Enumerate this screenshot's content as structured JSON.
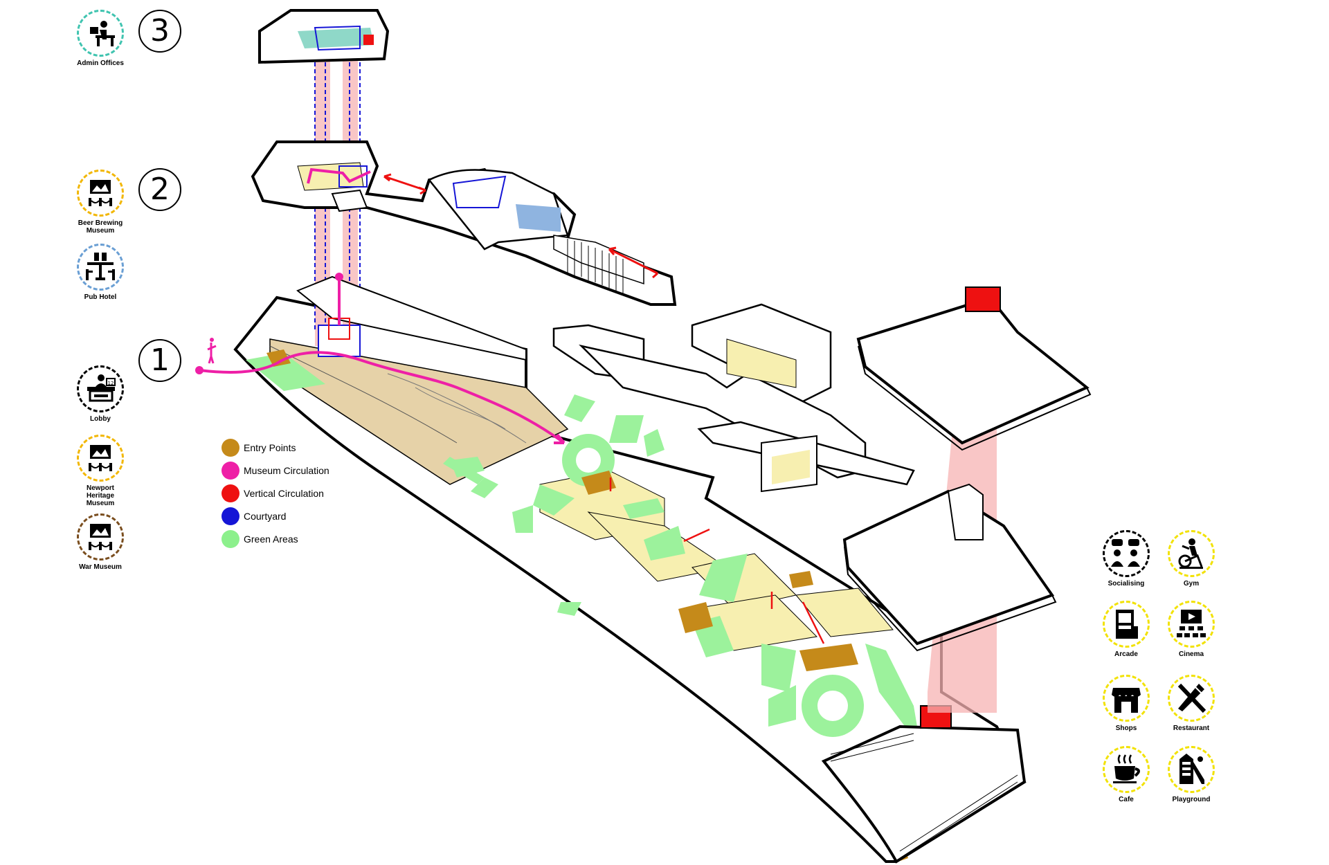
{
  "levels": [
    {
      "number": "3"
    },
    {
      "number": "2"
    },
    {
      "number": "1"
    }
  ],
  "left_icons": [
    {
      "label": "Admin Offices",
      "icon": "desk-worker-icon",
      "ring_color": "#40c4b0"
    },
    {
      "label": "Beer Brewing Museum",
      "icon": "museum-exhibit-icon",
      "ring_color": "#f2b705"
    },
    {
      "label": "Pub Hotel",
      "icon": "pub-table-icon",
      "ring_color": "#6a9fd4"
    },
    {
      "label": "Lobby",
      "icon": "reception-desk-icon",
      "ring_color": "#000000"
    },
    {
      "label": "Newport Heritage Museum",
      "icon": "museum-exhibit-icon",
      "ring_color": "#f2b705"
    },
    {
      "label": "War Museum",
      "icon": "museum-exhibit-icon",
      "ring_color": "#7a4e1f"
    }
  ],
  "right_icons": [
    {
      "label": "Socialising",
      "icon": "chat-people-icon",
      "ring_color": "#000000"
    },
    {
      "label": "Gym",
      "icon": "exercise-bike-icon",
      "ring_color": "#f2e205"
    },
    {
      "label": "Arcade",
      "icon": "arcade-machine-icon",
      "ring_color": "#f2e205"
    },
    {
      "label": "Cinema",
      "icon": "cinema-screen-icon",
      "ring_color": "#f2e205"
    },
    {
      "label": "Shops",
      "icon": "storefront-icon",
      "ring_color": "#f2e205"
    },
    {
      "label": "Restaurant",
      "icon": "fork-knife-icon",
      "ring_color": "#f2e205"
    },
    {
      "label": "Cafe",
      "icon": "coffee-cup-icon",
      "ring_color": "#f2e205"
    },
    {
      "label": "Playground",
      "icon": "slide-icon",
      "ring_color": "#f2e205"
    }
  ],
  "legend": [
    {
      "label": "Entry Points",
      "color": "#c58a1a"
    },
    {
      "label": "Museum Circulation",
      "color": "#ee1fa6"
    },
    {
      "label": "Vertical Circulation",
      "color": "#ee1111"
    },
    {
      "label": "Courtyard",
      "color": "#1515d6"
    },
    {
      "label": "Green Areas",
      "color": "#8cf08c"
    }
  ],
  "colors": {
    "circulation": "#ee1fa6",
    "vertical": "#ee1111",
    "shaft": "#f7b3b3",
    "courtyard": "#1515d6",
    "green": "#9cf29c",
    "entry": "#c58a1a",
    "museum_fill": "#e6d2a8",
    "room_fill": "#f7efb0",
    "outline": "#000000"
  }
}
